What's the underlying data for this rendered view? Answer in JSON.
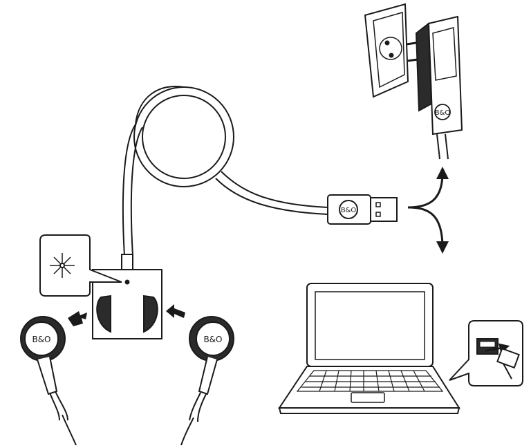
{
  "brand_mark": "B&O",
  "diagram": {
    "items": [
      {
        "id": "wall-charger",
        "label": ""
      },
      {
        "id": "usb-cable",
        "label": ""
      },
      {
        "id": "charging-case",
        "label": ""
      },
      {
        "id": "laptop",
        "label": ""
      },
      {
        "id": "earphone-left",
        "label": ""
      },
      {
        "id": "earphone-right",
        "label": ""
      }
    ]
  },
  "colors": {
    "stroke": "#1a1a1a",
    "fill_light": "#f2f2f2",
    "fill_dark": "#2b2b2b",
    "background": "#ffffff"
  },
  "icons": [
    "wall-outlet-icon",
    "usb-charger-icon",
    "usb-plug-icon",
    "branch-arrow-icon",
    "charging-indicator-icon",
    "laptop-icon",
    "usb-port-callout-icon",
    "insert-arrow-icon",
    "bo-logo-icon"
  ]
}
